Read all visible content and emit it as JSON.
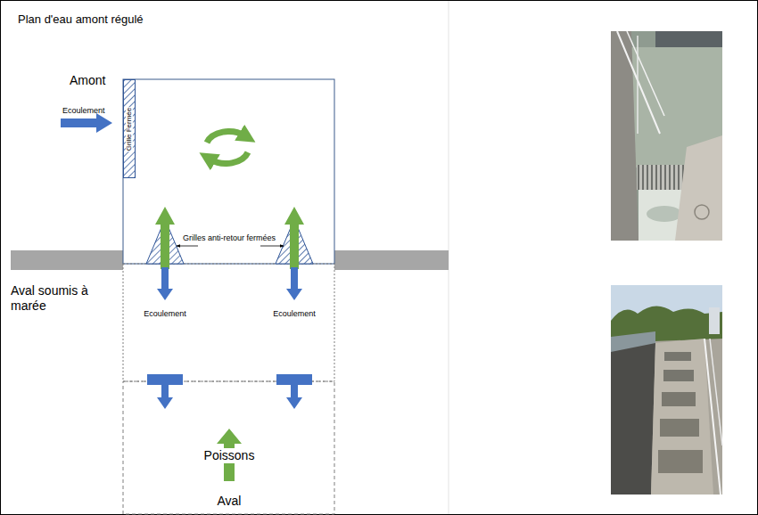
{
  "diagram": {
    "nodes": [
      {
        "text": [
          "Grille Fermée"
        ]
      }
    ],
    "labels": [
      "Plan d'eau amont régulé",
      "Amont",
      "Ecoulement",
      "Grilles anti-retour fermées",
      "Aval soumis à marée",
      "Ecoulement",
      "Ecoulement",
      "Poissons",
      "Aval"
    ]
  }
}
